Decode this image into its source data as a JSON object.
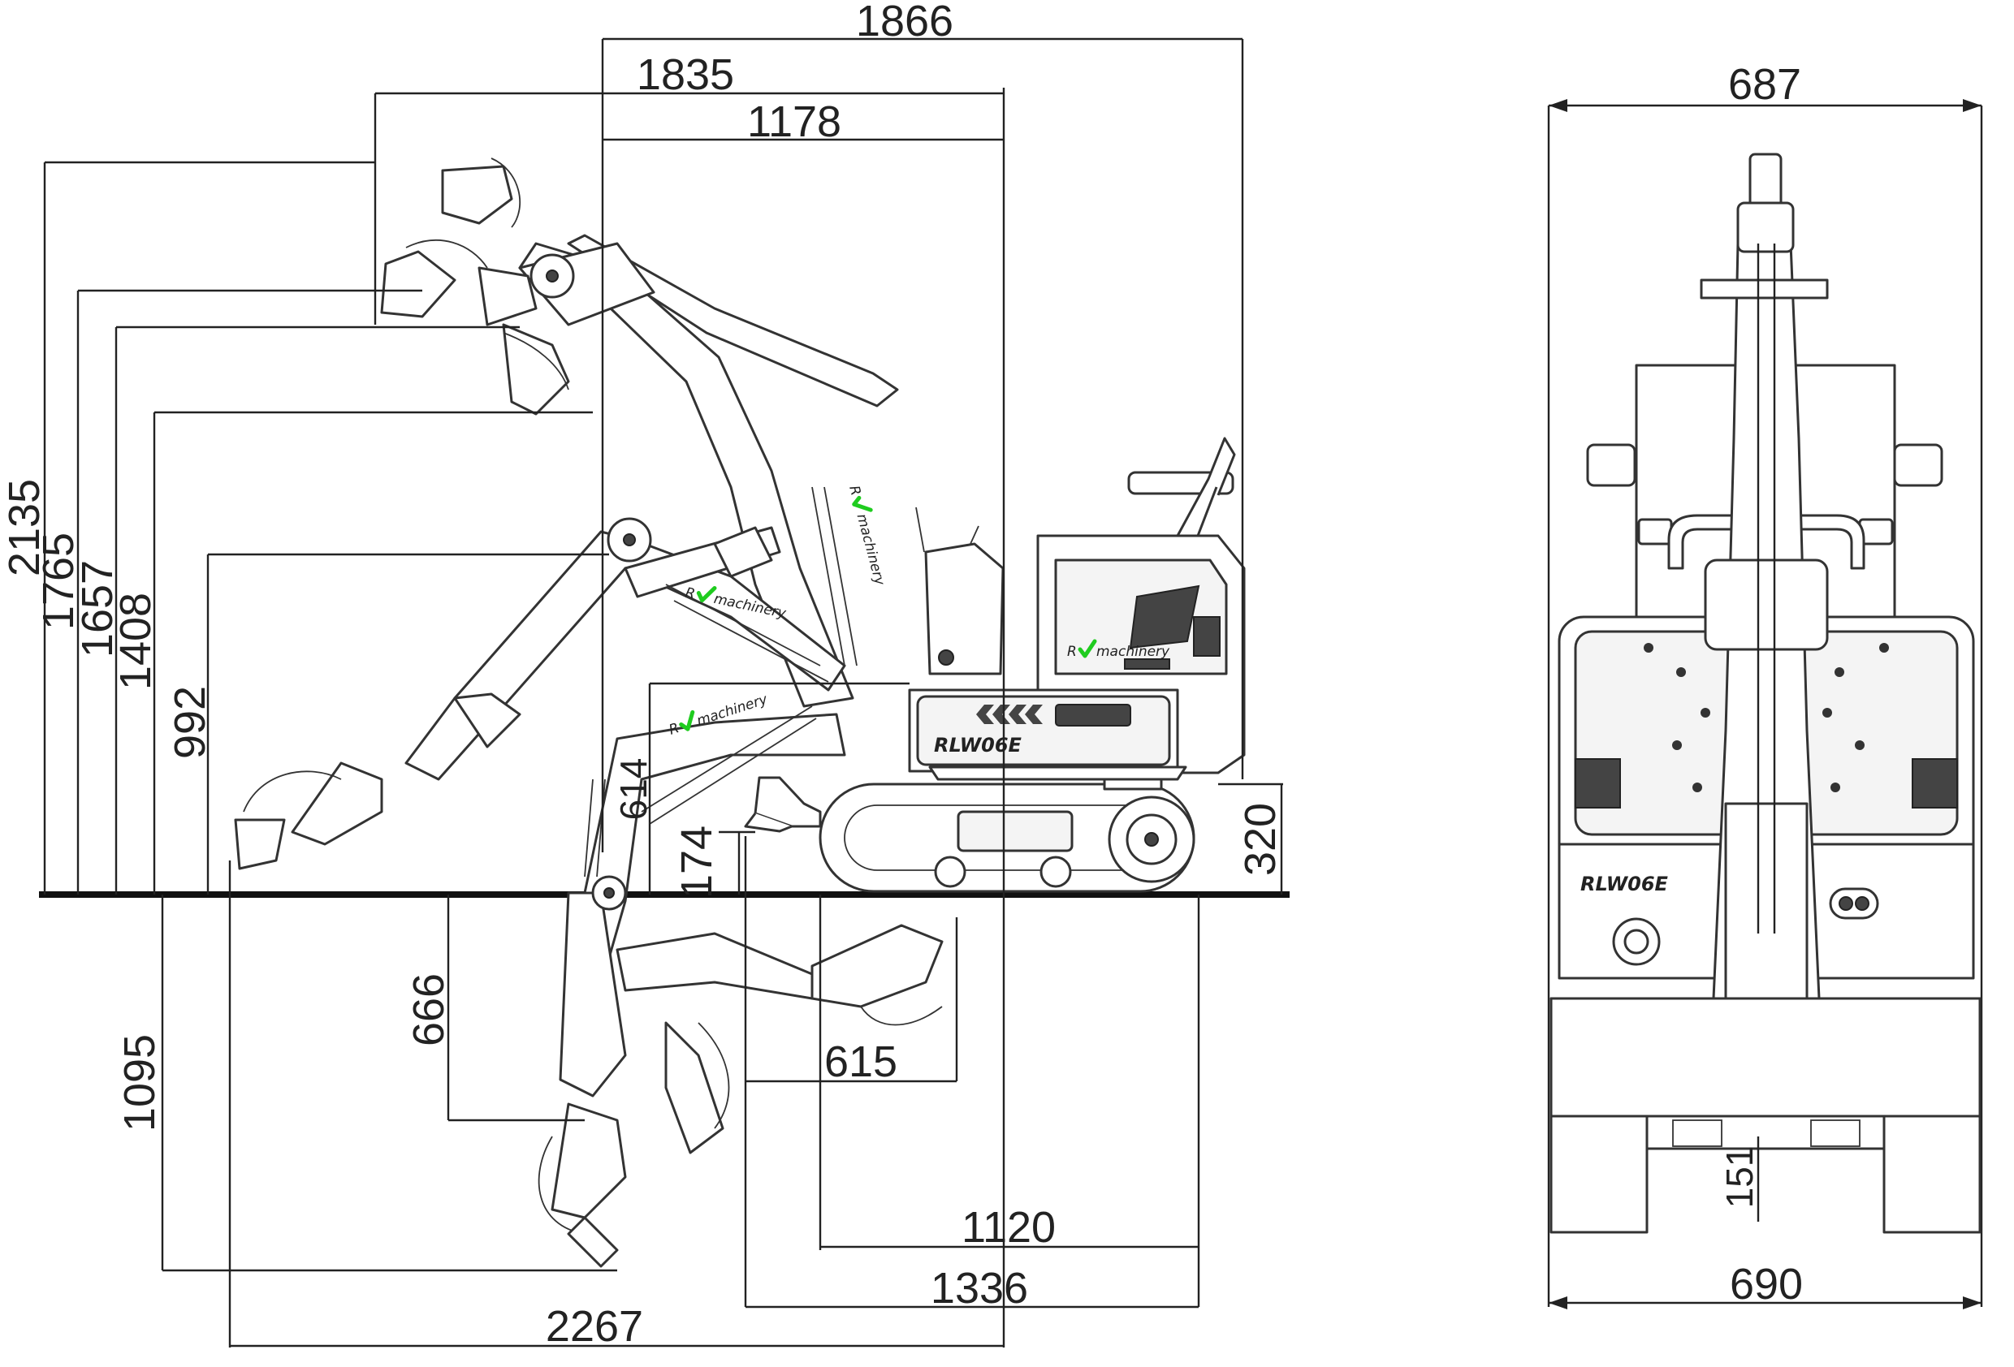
{
  "drawing": {
    "model_label_side": "RLW06E",
    "model_label_rear": "RLW06E",
    "brand": {
      "letter": "R",
      "word": "machinery",
      "check_color": "#1fcc1f"
    }
  },
  "dimensions": {
    "side": {
      "d1866": "1866",
      "d1835": "1835",
      "d1178": "1178",
      "d2135": "2135",
      "d1765": "1765",
      "d1657": "1657",
      "d1408": "1408",
      "d992": "992",
      "d614": "614",
      "d174": "174",
      "d320": "320",
      "d1095": "1095",
      "d666": "666",
      "d615": "615",
      "d1120": "1120",
      "d1336": "1336",
      "d2267": "2267"
    },
    "rear": {
      "d687": "687",
      "d690": "690",
      "d151": "151"
    }
  }
}
